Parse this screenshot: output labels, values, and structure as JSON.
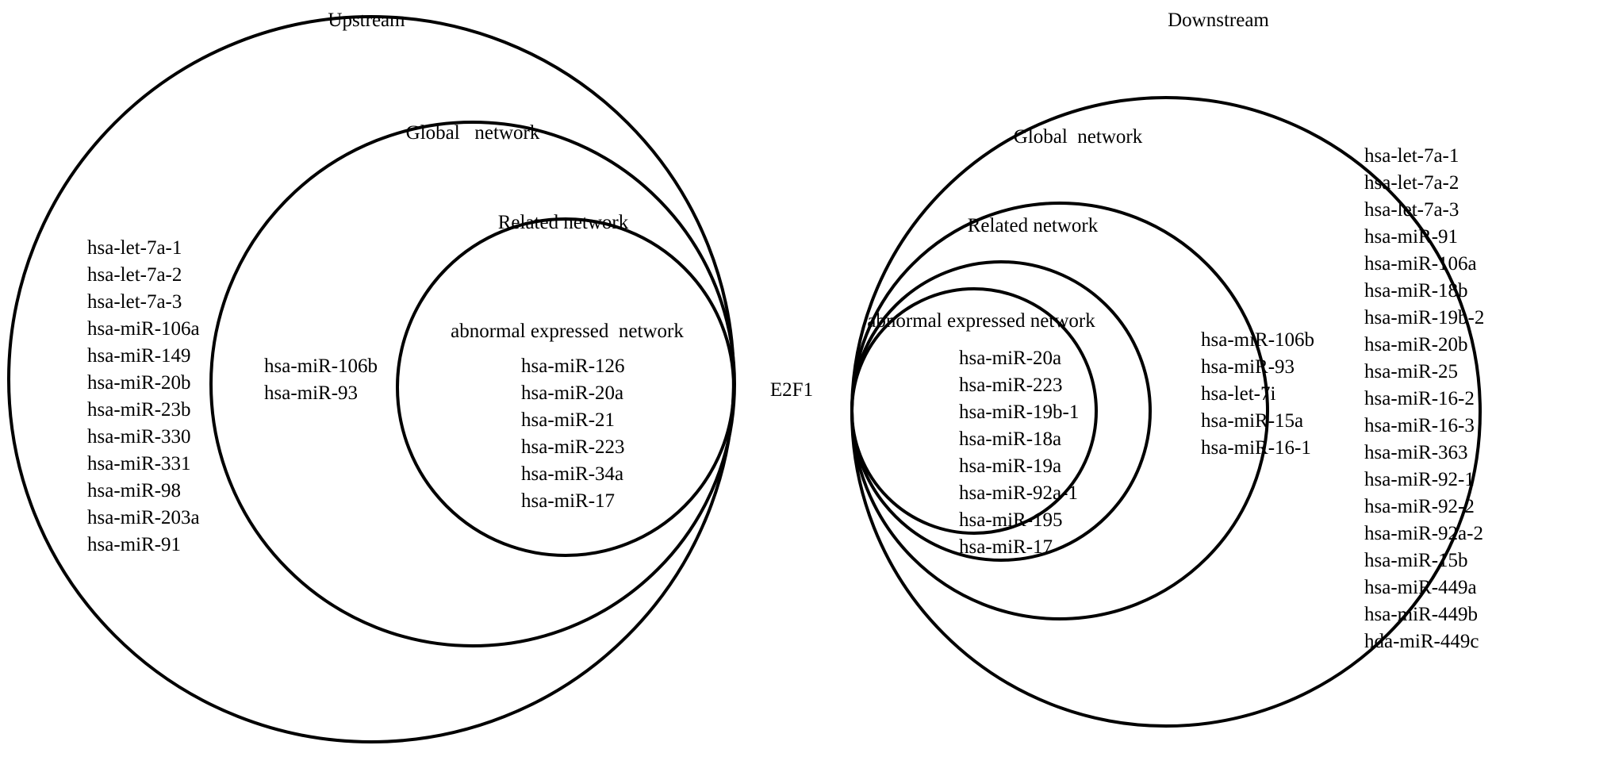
{
  "center_label": "E2F1",
  "upstream": {
    "title": "Upstream",
    "global_label": "Global   network",
    "related_label": "Related network",
    "abnormal_label": "abnormal expressed  network",
    "outer_items": [
      "hsa-let-7a-1",
      "hsa-let-7a-2",
      "hsa-let-7a-3",
      "hsa-miR-106a",
      "hsa-miR-149",
      "hsa-miR-20b",
      "hsa-miR-23b",
      "hsa-miR-330",
      "hsa-miR-331",
      "hsa-miR-98",
      "hsa-miR-203a",
      "hsa-miR-91"
    ],
    "global_items": [
      "hsa-miR-106b",
      "hsa-miR-93"
    ],
    "abnormal_items": [
      "hsa-miR-126",
      "hsa-miR-20a",
      "hsa-miR-21",
      "hsa-miR-223",
      "hsa-miR-34a",
      "hsa-miR-17"
    ]
  },
  "downstream": {
    "title": "Downstream",
    "global_label": "Global  network",
    "related_label": "Related network",
    "abnormal_label": "abnormal expressed network",
    "outer_items": [
      "hsa-let-7a-1",
      "hsa-let-7a-2",
      "hsa-let-7a-3",
      "hsa-miR-91",
      "hsa-miR-106a",
      "hsa-miR-18b",
      "hsa-miR-19b-2",
      "hsa-miR-20b",
      "hsa-miR-25",
      "hsa-miR-16-2",
      "hsa-miR-16-3",
      "hsa-miR-363",
      "hsa-miR-92-1",
      "hsa-miR-92-2",
      "hsa-miR-92a-2",
      "hsa-miR-15b",
      "hsa-miR-449a",
      "hsa-miR-449b",
      "hda-miR-449c"
    ],
    "related_items": [
      "hsa-miR-106b",
      "hsa-miR-93",
      "hsa-let-7i",
      "hsa-miR-15a",
      "hsa-miR-16-1"
    ],
    "abnormal_items": [
      "hsa-miR-20a",
      "hsa-miR-223",
      "hsa-miR-19b-1",
      "hsa-miR-18a",
      "hsa-miR-19a",
      "hsa-miR-92a-1",
      "hsa-miR-195",
      "hsa-miR-17"
    ]
  }
}
